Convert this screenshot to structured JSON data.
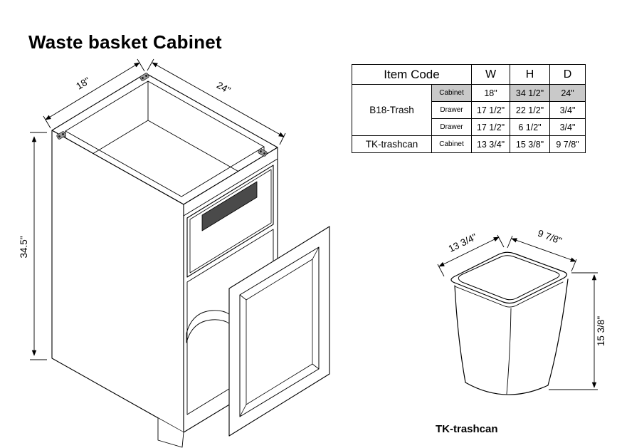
{
  "page": {
    "title": "Waste basket Cabinet"
  },
  "cabinet_drawing": {
    "width_label": "18\"",
    "depth_label": "24\"",
    "height_label": "34.5\""
  },
  "spec_table": {
    "header": {
      "item_code": "Item Code",
      "w": "W",
      "h": "H",
      "d": "D"
    },
    "rows": [
      {
        "item": "B18-Trash",
        "parts": [
          {
            "name": "Cabinet",
            "w": "18\"",
            "h": "34 1/2\"",
            "d": "24\""
          },
          {
            "name": "Drawer",
            "w": "17 1/2\"",
            "h": "22 1/2\"",
            "d": "3/4\""
          },
          {
            "name": "Drawer",
            "w": "17 1/2\"",
            "h": "6 1/2\"",
            "d": "3/4\""
          }
        ]
      },
      {
        "item": "TK-trashcan",
        "parts": [
          {
            "name": "Cabinet",
            "w": "13 3/4\"",
            "h": "15 3/8\"",
            "d": "9 7/8\""
          }
        ]
      }
    ]
  },
  "trashcan_drawing": {
    "width_label": "13 3/4\"",
    "depth_label": "9 7/8\"",
    "height_label": "15 3/8\"",
    "caption": "TK-trashcan"
  }
}
